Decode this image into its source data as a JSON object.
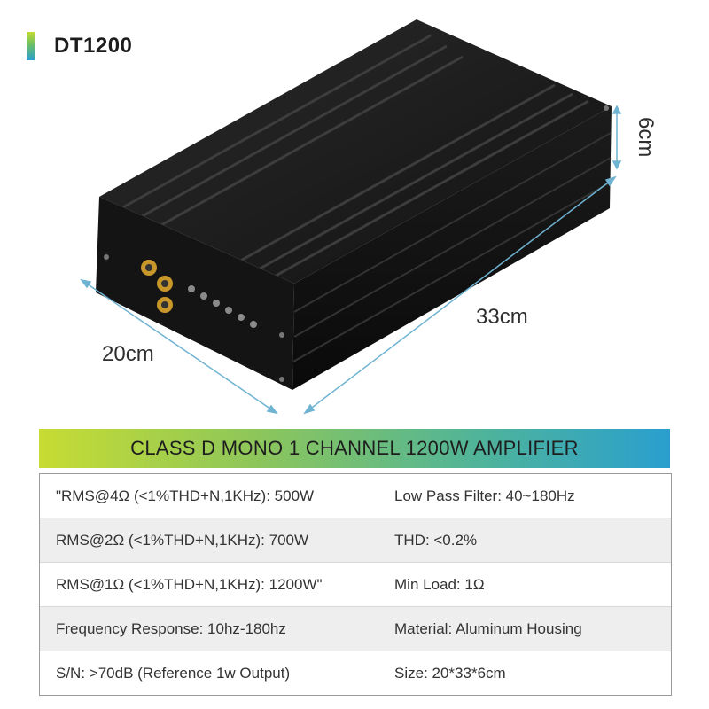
{
  "header": {
    "model": "DT1200"
  },
  "dimensions": {
    "width": "20cm",
    "length": "33cm",
    "height": "6cm"
  },
  "banner": {
    "title": "CLASS D MONO 1 CHANNEL 1200W AMPLIFIER"
  },
  "specs": [
    {
      "left": "\"RMS@4Ω (<1%THD+N,1KHz): 500W",
      "right": "Low Pass Filter: 40~180Hz"
    },
    {
      "left": "RMS@2Ω (<1%THD+N,1KHz): 700W",
      "right": "THD: <0.2%"
    },
    {
      "left": "RMS@1Ω (<1%THD+N,1KHz): 1200W\"",
      "right": "Min Load: 1Ω"
    },
    {
      "left": "Frequency Response: 10hz-180hz",
      "right": "Material: Aluminum Housing"
    },
    {
      "left": "S/N: >70dB (Reference 1w Output)",
      "right": "Size: 20*33*6cm"
    }
  ],
  "colors": {
    "accent_gradient_start": "#c7dc33",
    "accent_gradient_end": "#2a9fcf",
    "dimension_line": "#6fb3d2",
    "housing": "#1a1a1a"
  }
}
